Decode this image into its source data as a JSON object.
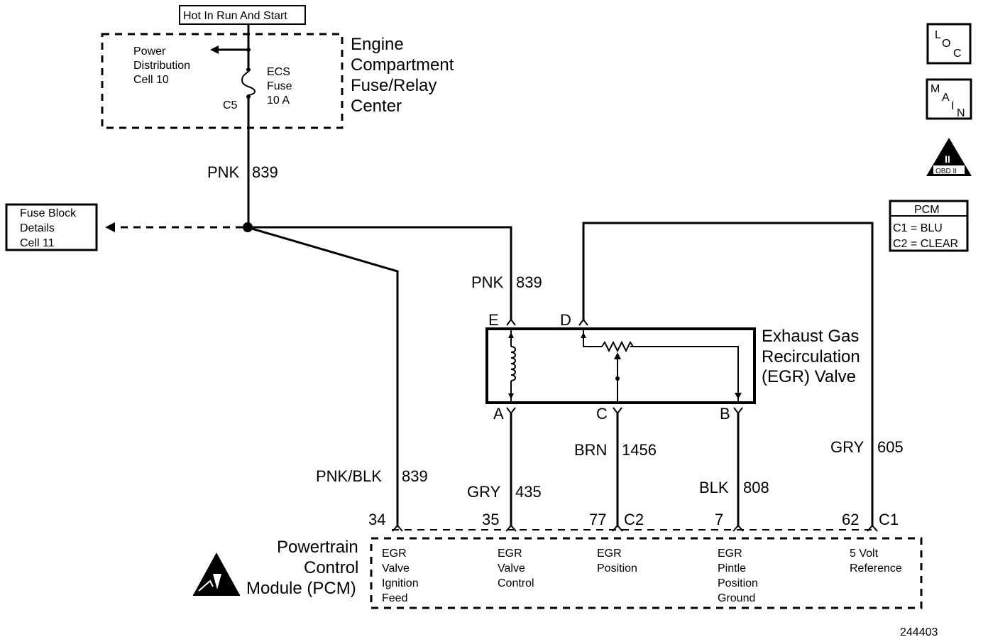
{
  "header": {
    "hot_in": "Hot In Run And Start",
    "engine_box": [
      "Engine",
      "Compartment",
      "Fuse/Relay",
      "Center"
    ],
    "power_dist": [
      "Power",
      "Distribution",
      "Cell 10"
    ],
    "fuse": [
      "ECS",
      "Fuse",
      "10 A"
    ],
    "fuse_conn": "C5"
  },
  "icons": {
    "loc": [
      "L",
      "O",
      "C"
    ],
    "main": [
      "M",
      "A",
      "I",
      "N"
    ],
    "obd": [
      "II",
      "OBD II"
    ]
  },
  "fuse_block": [
    "Fuse Block",
    "Details",
    "Cell 11"
  ],
  "pcm_legend": {
    "title": "PCM",
    "c1": "C1 = BLU",
    "c2": "C2 = CLEAR"
  },
  "wires": {
    "feed_color": "PNK",
    "feed_num": "839",
    "egr_feed_color": "PNK",
    "egr_feed_num": "839",
    "ign_color": "PNK/BLK",
    "ign_num": "839",
    "ctrl_color": "GRY",
    "ctrl_num": "435",
    "pos_color": "BRN",
    "pos_num": "1456",
    "gnd_color": "BLK",
    "gnd_num": "808",
    "ref_color": "GRY",
    "ref_num": "605"
  },
  "egr": {
    "title": [
      "Exhaust Gas",
      "Recirculation",
      "(EGR) Valve"
    ],
    "pins": {
      "E": "E",
      "D": "D",
      "A": "A",
      "C": "C",
      "B": "B"
    }
  },
  "pcm": {
    "title": [
      "Powertrain",
      "Control",
      "Module (PCM)"
    ],
    "pins": {
      "p34": "34",
      "p35": "35",
      "p77": "77",
      "c2": "C2",
      "p7": "7",
      "p62": "62",
      "c1": "C1"
    },
    "functions": {
      "ign": [
        "EGR",
        "Valve",
        "Ignition",
        "Feed"
      ],
      "ctrl": [
        "EGR",
        "Valve",
        "Control"
      ],
      "pos": [
        "EGR",
        "Position"
      ],
      "gnd": [
        "EGR",
        "Pintle",
        "Position",
        "Ground"
      ],
      "ref": [
        "5 Volt",
        "Reference"
      ]
    }
  },
  "figure_id": "244403"
}
